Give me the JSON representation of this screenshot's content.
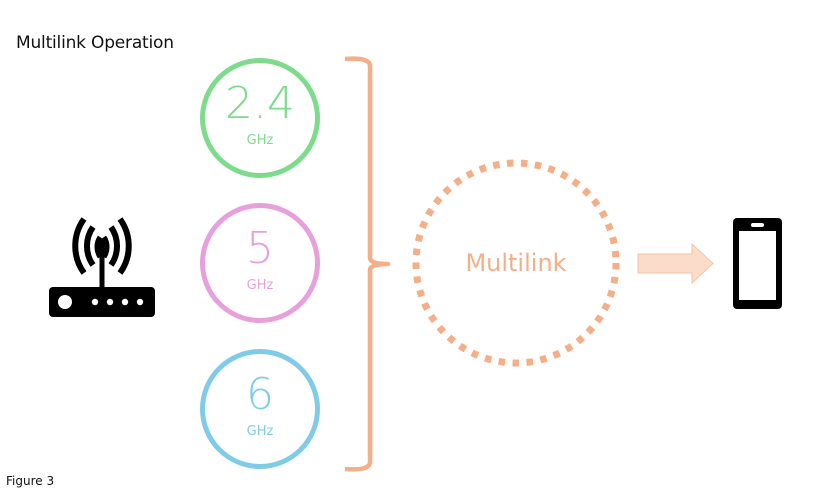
{
  "title": "Multilink Operation",
  "caption": "Figure 3",
  "colors": {
    "band_24": "#7DDC8C",
    "band_5": "#E8A0DC",
    "band_6": "#80CCE8",
    "multilink": "#F4AE88",
    "arrow_fill": "#FBDCCB",
    "icon": "#000000"
  },
  "bands": [
    {
      "value": "2.4",
      "unit": "GHz"
    },
    {
      "value": "5",
      "unit": "GHz"
    },
    {
      "value": "6",
      "unit": "GHz"
    }
  ],
  "multilink": {
    "label": "Multilink"
  },
  "icons": {
    "source": "wifi-router-icon",
    "destination": "smartphone-icon",
    "connector": "right-arrow-icon",
    "grouping": "curly-brace"
  }
}
